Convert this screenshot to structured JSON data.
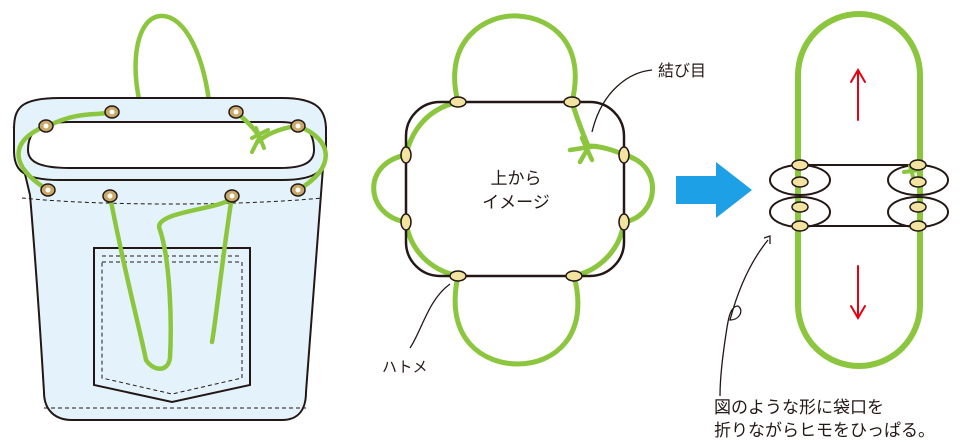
{
  "colors": {
    "cord": "#8cc63f",
    "outline": "#231815",
    "bag_fill": "#e4f2fb",
    "grommet": "#f3e3a0",
    "grommet_bag": "#c9a86a",
    "arrow_blue": "#1ea0e6",
    "arrow_red": "#e60012"
  },
  "icons": [
    "bag-illustration",
    "top-view-diagram",
    "right-arrow-icon",
    "pulled-closure-diagram",
    "up-arrow-icon",
    "down-arrow-icon"
  ],
  "labels": {
    "knot": "結び目",
    "top_view_line1": "上から",
    "top_view_line2": "イメージ",
    "grommet": "ハトメ",
    "instruction_line1": "図のような形に袋口を",
    "instruction_line2": "折りながらヒモをひっぱる。"
  }
}
